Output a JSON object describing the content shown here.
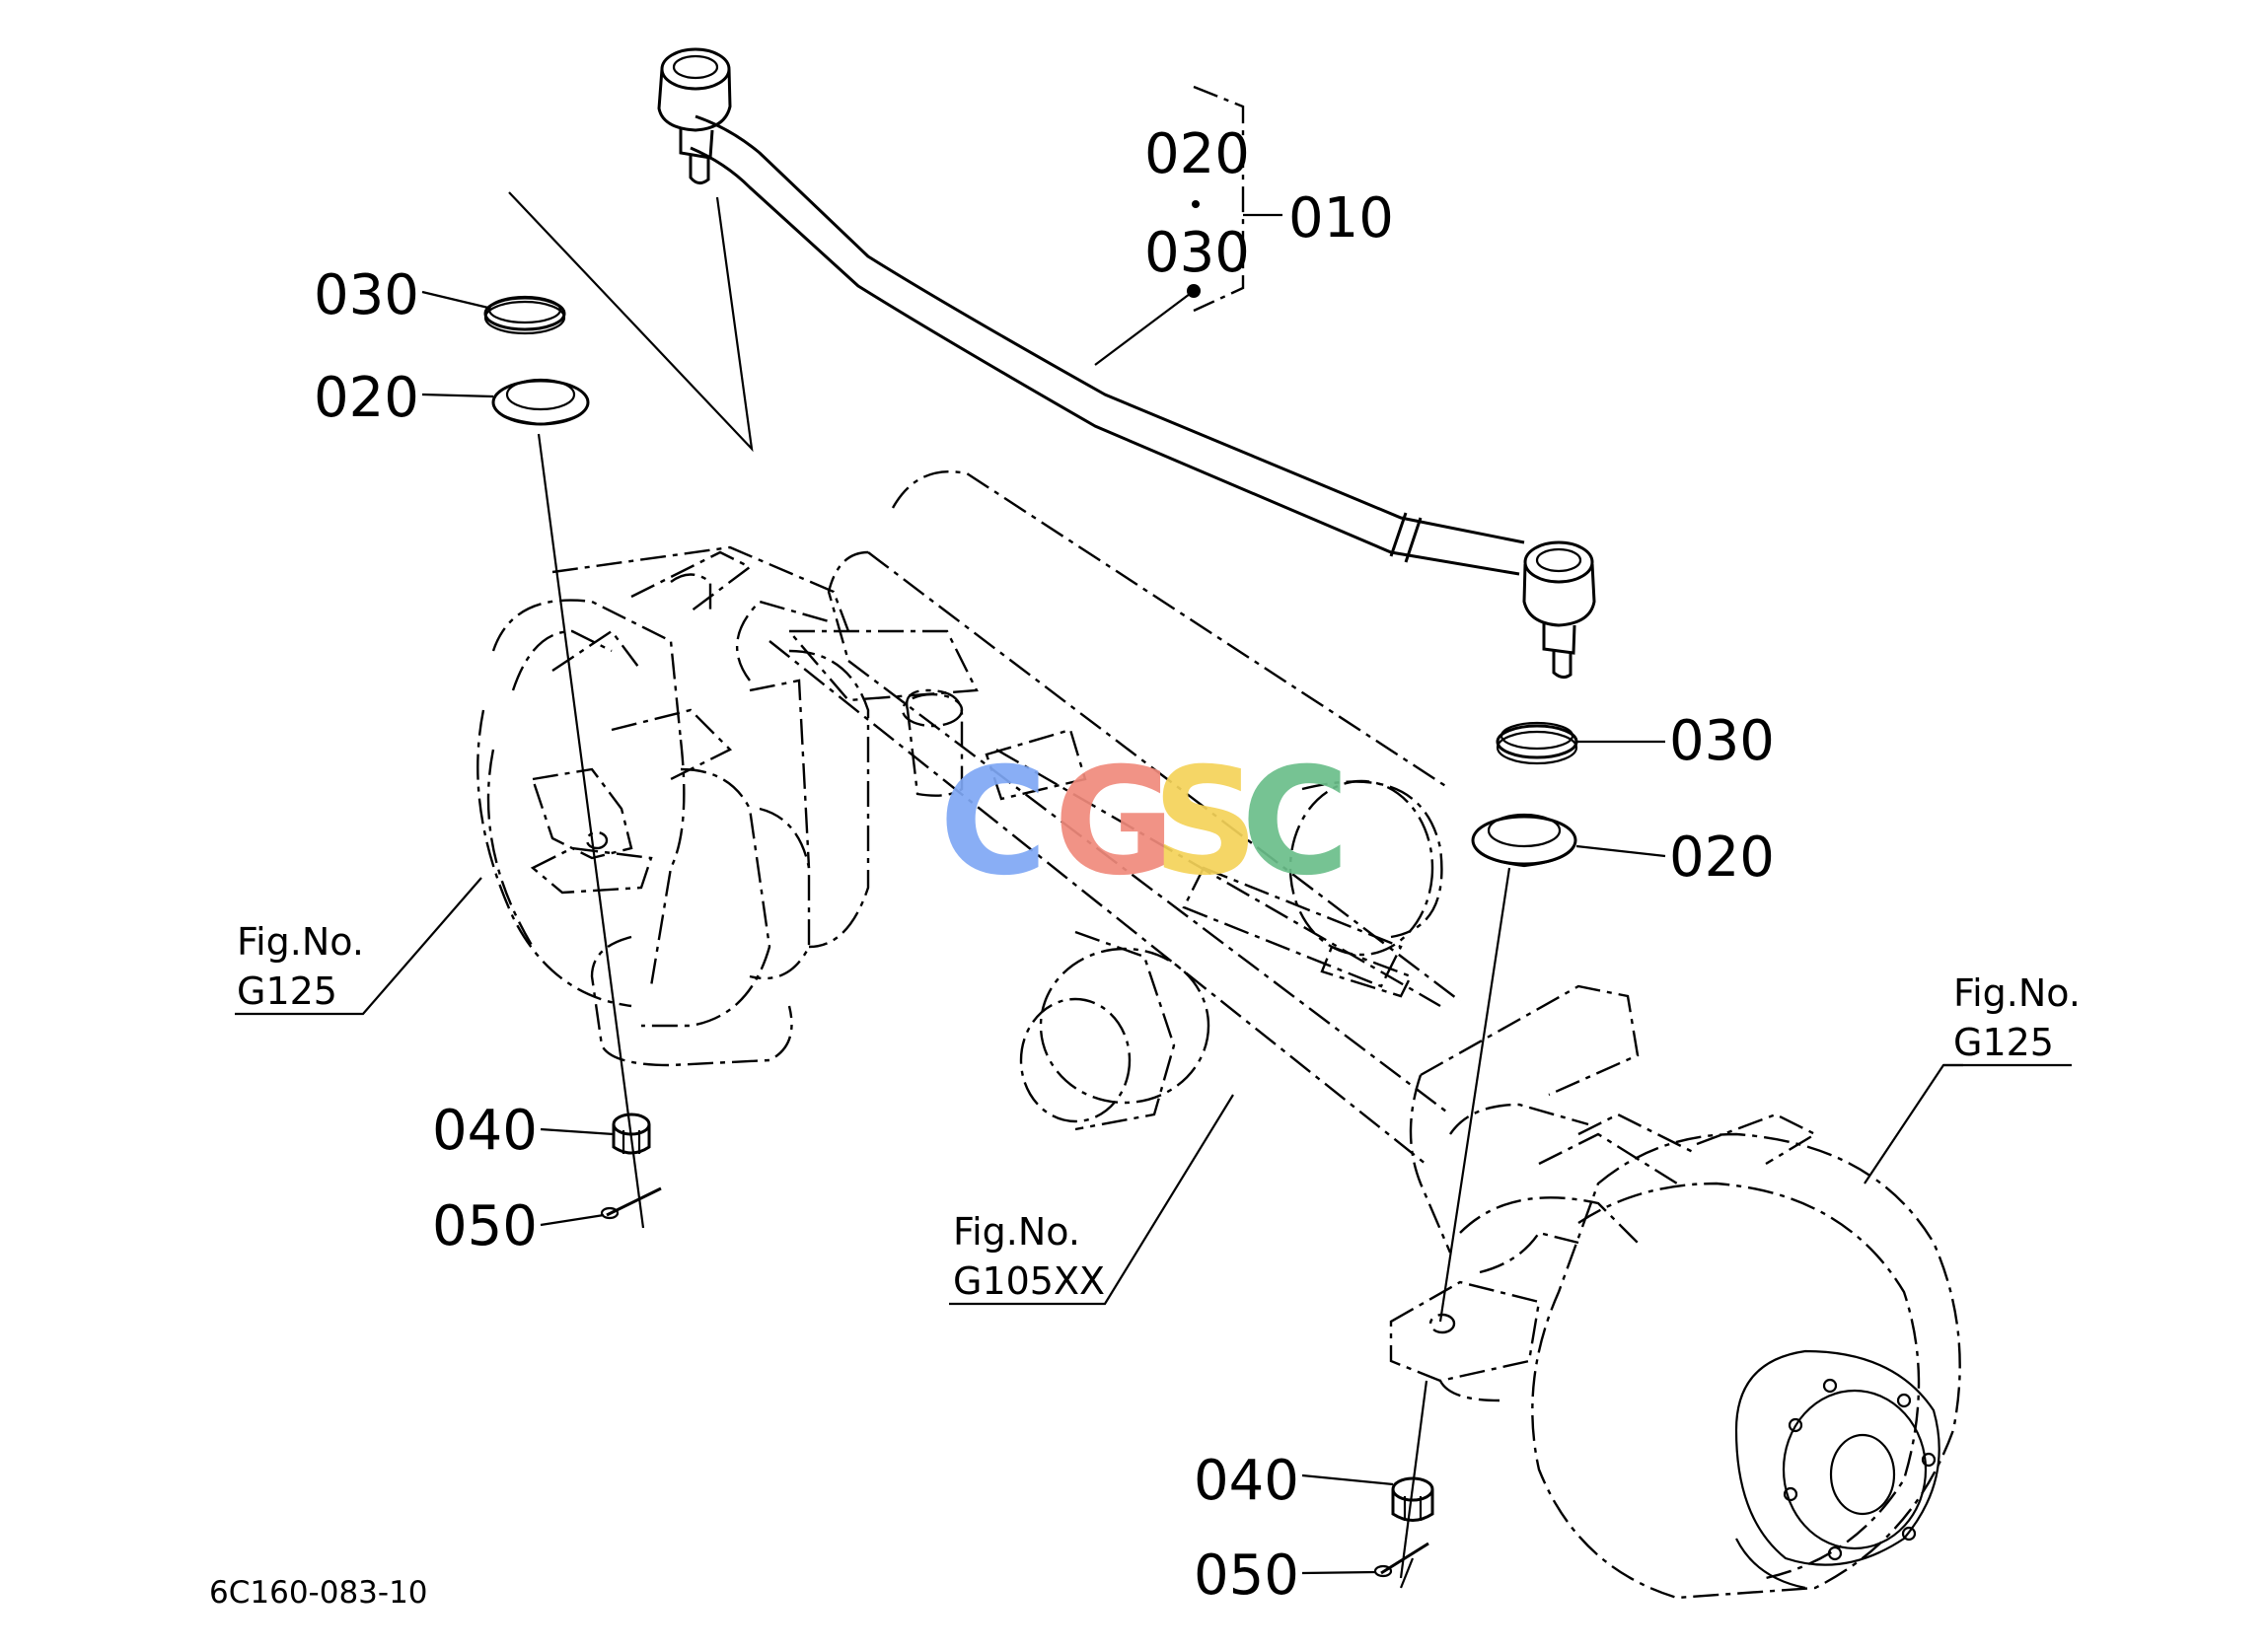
{
  "assembly_label": {
    "main": "010",
    "upper": "020",
    "lower": "030"
  },
  "left_callouts": {
    "ring": "030",
    "seal": "020",
    "nut": "040",
    "pin": "050"
  },
  "right_callouts": {
    "ring": "030",
    "seal": "020",
    "nut": "040",
    "pin": "050"
  },
  "fig_refs": {
    "left": {
      "line1": "Fig.No.",
      "line2": "G125"
    },
    "center": {
      "line1": "Fig.No.",
      "line2": "G105XX"
    },
    "right": {
      "line1": "Fig.No.",
      "line2": "G125"
    }
  },
  "watermark": {
    "letters": [
      "C",
      "G",
      "S",
      "C"
    ],
    "colors": [
      "#7FA8F5",
      "#F08A7C",
      "#F5D35A",
      "#6BBE8A"
    ]
  },
  "drawing_code": "6C160-083-10"
}
